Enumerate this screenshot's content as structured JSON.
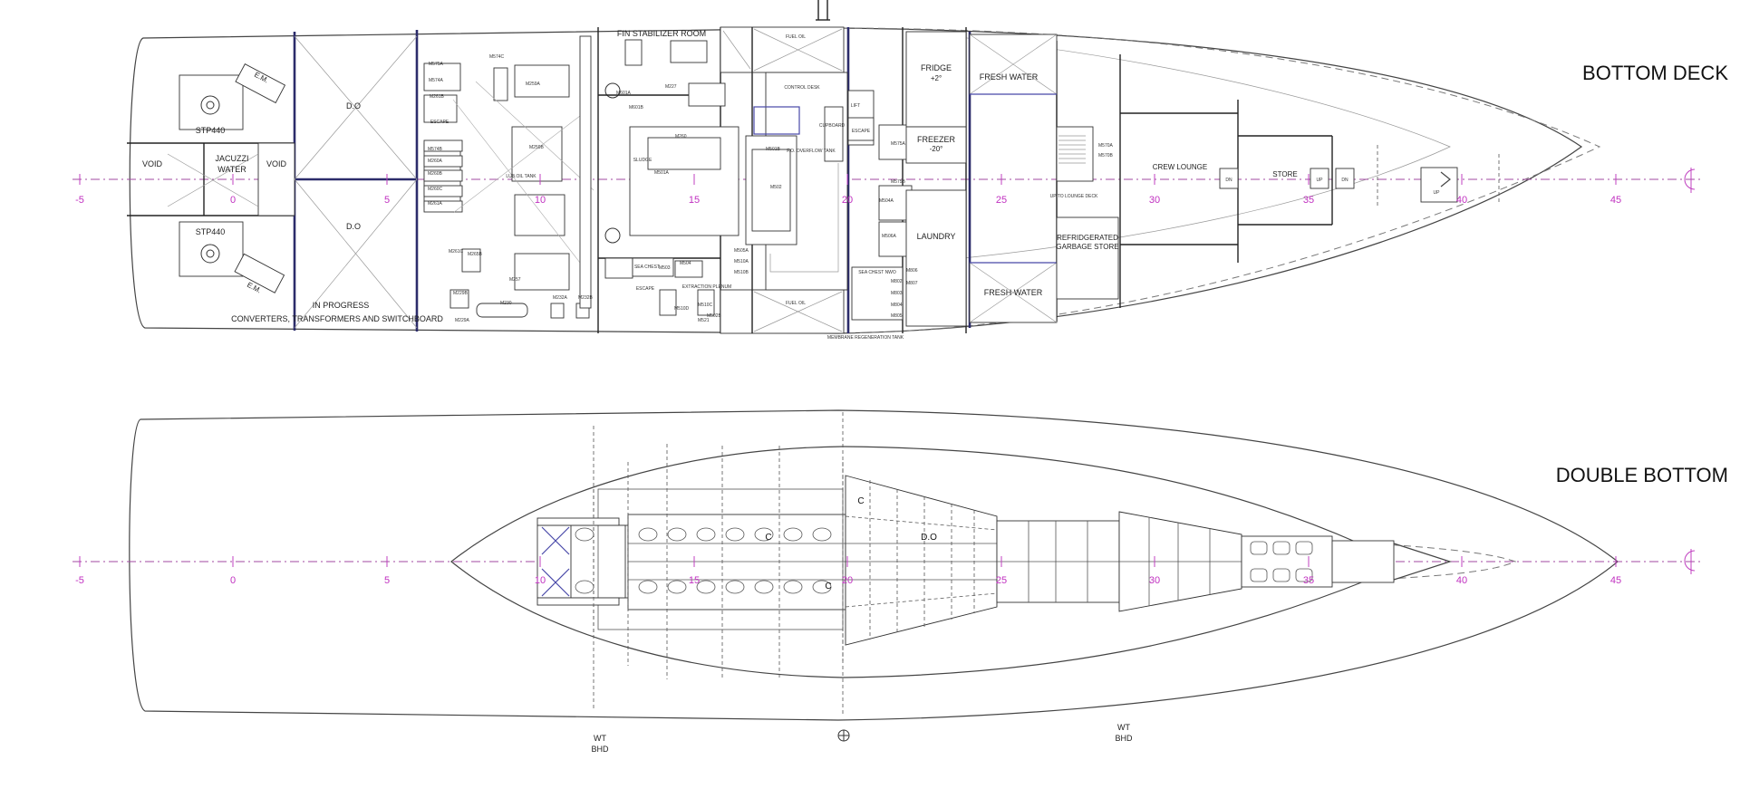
{
  "titles": {
    "bottom_deck": "BOTTOM DECK",
    "double_bottom": "DOUBLE BOTTOM"
  },
  "frame_numbers": [
    "-5",
    "0",
    "5",
    "10",
    "15",
    "20",
    "25",
    "30",
    "35",
    "40",
    "45"
  ],
  "bottom_deck": {
    "void_left": "VOID",
    "jacuzzi_line1": "JACUZZI",
    "jacuzzi_line2": "WATER",
    "void_right": "VOID",
    "stp_top": "STP440",
    "stp_bottom": "STP440",
    "em_top": "E.M.",
    "em_bottom": "E.M.",
    "do_top": "D.O",
    "do_bottom": "D.O",
    "in_progress": "IN PROGRESS",
    "converters": "CONVERTERS, TRANSFORMERS AND SWITCHBOARD",
    "fin_stabilizer_room": "FIN STABILIZER ROOM",
    "fuel_oil_top": "FUEL OIL",
    "fuel_oil_bottom": "FUEL OIL",
    "control_desk": "CONTROL DESK",
    "sea_chest": "SEA CHEST",
    "escape_left": "ESCAPE",
    "escape_mid": "ESCAPE",
    "escape_right": "ESCAPE",
    "sludge": "SLUDGE",
    "lub_oil_tank": "LUB.OIL TANK",
    "fo_overflow_tank": "F.O. OVERFLOW TANK",
    "cupboard": "CUPBOARD",
    "lift": "LIFT",
    "fridge": "FRIDGE",
    "fridge_temp": "+2°",
    "freezer": "FREEZER",
    "freezer_temp": "-20°",
    "laundry": "LAUNDRY",
    "fresh_water_top": "FRESH WATER",
    "fresh_water_bottom": "FRESH WATER",
    "refrigerated_line1": "REFRIDGERATED",
    "refrigerated_line2": "GARBAGE STORE",
    "crew_lounge": "CREW LOUNGE",
    "store": "STORE",
    "dn_1": "DN",
    "up_1": "UP",
    "dn_2": "DN",
    "up_2": "UP",
    "up_to_lounge": "UP TO LOUNGE DECK",
    "membrane": "MEMBRANE REGENERATION TANK",
    "sea_chest_nwo": "SEA CHEST NWO",
    "extraction_plenum": "EXTRACTION PLENUM",
    "equipment_tags": [
      "M574C",
      "M575A",
      "M574A",
      "M259A",
      "M259B",
      "M574B",
      "M260A",
      "M260B",
      "M260C",
      "M261A",
      "M261B",
      "M261C",
      "M265B",
      "M257",
      "M229A",
      "M229B",
      "M230",
      "M232A",
      "M232B",
      "M601A",
      "M601B",
      "M227",
      "M260",
      "M501A",
      "M501B",
      "M502",
      "M503",
      "M504",
      "M505A",
      "M510A",
      "M510B",
      "M510C",
      "M510D",
      "M521",
      "M502B",
      "M504A",
      "M506A",
      "M575A",
      "M575B",
      "M570A",
      "M570B",
      "M802",
      "M803",
      "M804",
      "M805",
      "M806",
      "M807"
    ]
  },
  "double_bottom": {
    "do": "D.O",
    "c_1": "C",
    "c_2": "C",
    "c_3": "C",
    "wt_bhd_left_1": "WT",
    "wt_bhd_left_2": "BHD",
    "wt_bhd_right_1": "WT",
    "wt_bhd_right_2": "BHD",
    "cl_symbol": "⊕"
  }
}
